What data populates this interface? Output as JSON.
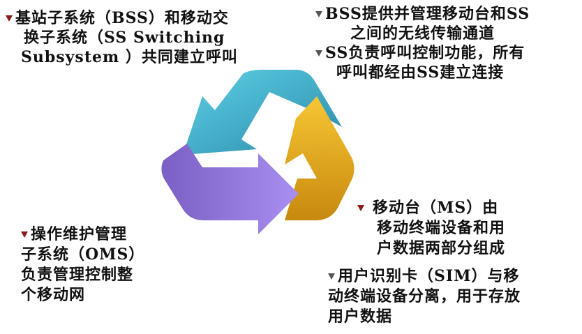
{
  "top_left": {
    "lines": [
      "基站子系统（BSS）和移动交",
      "换子系统（SS Switching",
      "Subsystem ）共同建立呼叫"
    ]
  },
  "top_right": {
    "item1": [
      "BSS提供并管理移动台和SS",
      "之间的无线传输通道"
    ],
    "item2": [
      "SS负责呼叫控制功能，所有",
      "呼叫都经由SS建立连接"
    ]
  },
  "bottom_left": {
    "lines": [
      "操作维护管理",
      "子系统（OMS）",
      "负责管理控制整",
      "个移动网"
    ]
  },
  "bottom_right": {
    "item1": [
      "移动台（MS）由",
      "移动终端设备和用",
      "户数据两部分组成"
    ],
    "item2": [
      "用户识别卡（SIM）与移",
      "动终端设备分离，用于存放",
      "用户数据"
    ]
  },
  "colors": {
    "arrow_blue": "#4fc3d9",
    "arrow_yellow": "#f2b21d",
    "arrow_purple": "#9c7fe0",
    "bullet_red": "#8b1a1a"
  }
}
